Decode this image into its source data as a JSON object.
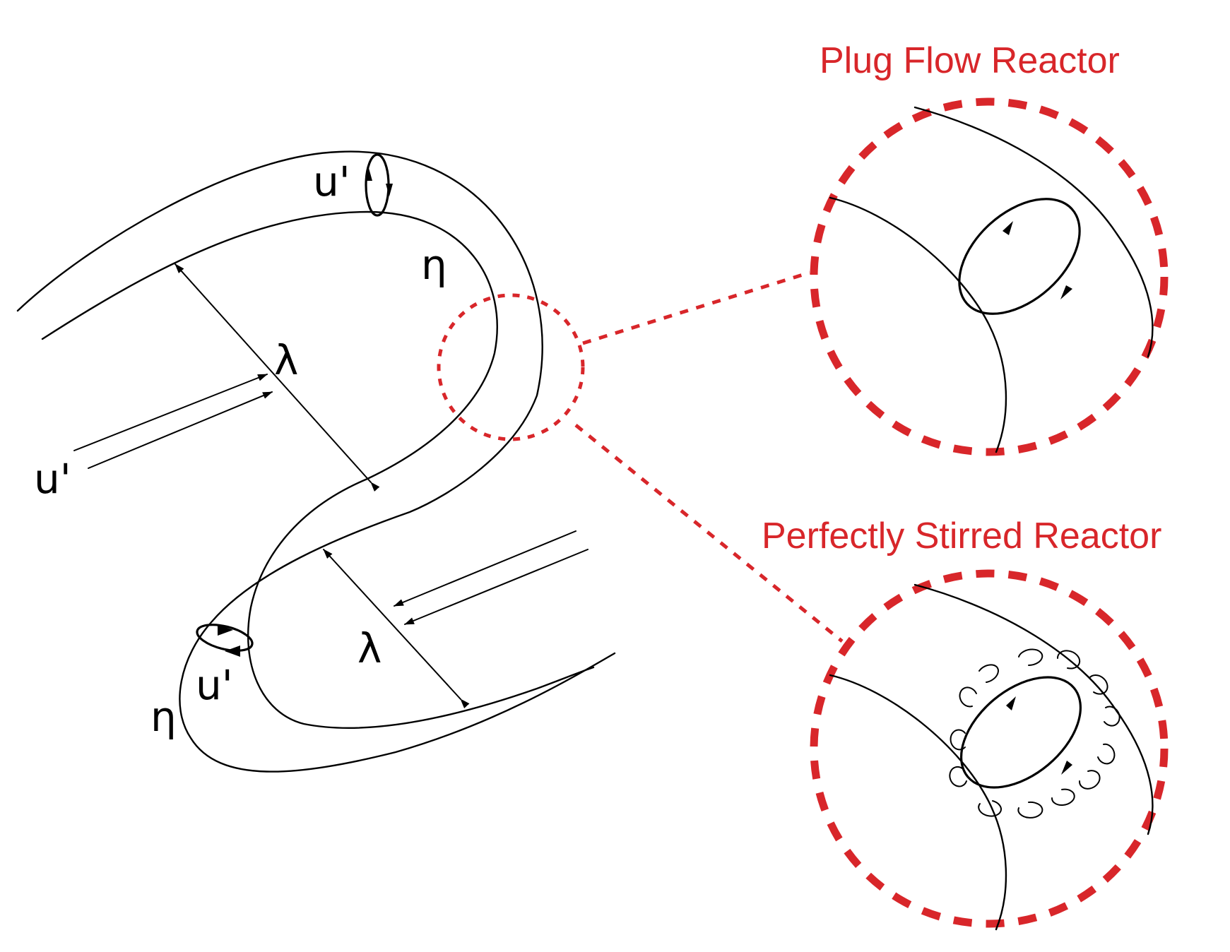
{
  "labels": {
    "u_prime": "u'",
    "lambda": "λ",
    "eta": "η"
  },
  "titles": {
    "plug_flow": "Plug Flow Reactor",
    "perfectly_stirred": "Perfectly Stirred Reactor"
  },
  "colors": {
    "accent": "#d8262a",
    "line": "#000000"
  }
}
